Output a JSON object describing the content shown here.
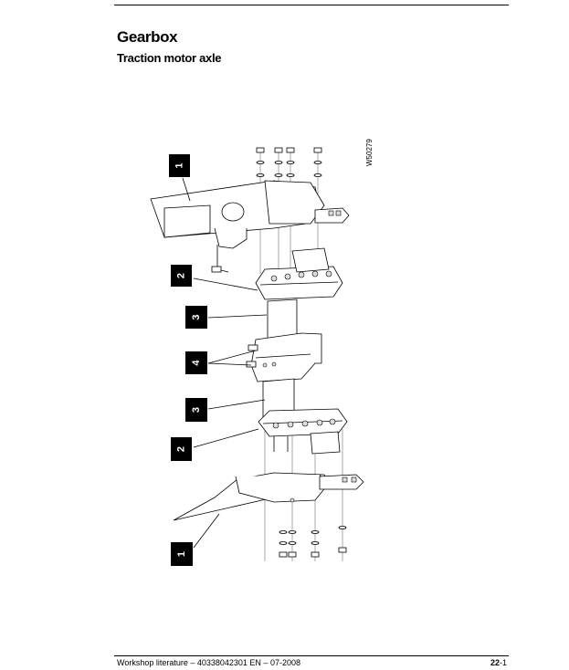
{
  "page": {
    "title": "Gearbox",
    "subtitle": "Traction motor axle"
  },
  "figure": {
    "id": "W50279",
    "callouts": [
      "1",
      "2",
      "3",
      "4",
      "3",
      "2",
      "1"
    ]
  },
  "footer": {
    "left": "Workshop literature – 40338042301 EN – 07-2008",
    "page_prefix": "22",
    "page_suffix": "-1"
  }
}
